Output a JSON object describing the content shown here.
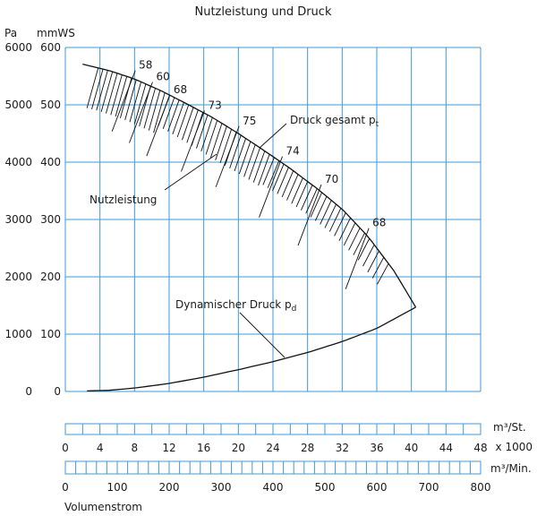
{
  "chart_data": {
    "type": "line",
    "title": "Nutzleistung und Druck",
    "y_left": {
      "unit": "Pa",
      "ticks": [
        0,
        1000,
        2000,
        3000,
        4000,
        5000,
        6000
      ]
    },
    "y_right": {
      "unit": "mmWS",
      "ticks": [
        0,
        100,
        200,
        300,
        400,
        500,
        600
      ]
    },
    "ylim": [
      0,
      600
    ],
    "x_primary": {
      "unit": "m³/St.",
      "multiplier": "x 1000",
      "ticks": [
        0,
        4,
        8,
        12,
        16,
        20,
        24,
        28,
        32,
        36,
        40,
        44,
        48
      ]
    },
    "x_secondary": {
      "unit": "m³/Min.",
      "ticks": [
        0,
        100,
        200,
        300,
        400,
        500,
        600,
        700,
        800
      ]
    },
    "xlim": [
      0,
      48
    ],
    "xlabel": "Volumenstrom",
    "grid": true,
    "series": [
      {
        "name": "Druck gesamt pt",
        "x": [
          2,
          5,
          8,
          11,
          14,
          17,
          20,
          23,
          26,
          29,
          32,
          35,
          38,
          40.5
        ],
        "y": [
          571,
          560,
          545,
          525,
          502,
          478,
          450,
          420,
          389,
          355,
          318,
          270,
          210,
          147
        ]
      },
      {
        "name": "Dynamischer Druck pd",
        "x": [
          2.5,
          5,
          8,
          12,
          16,
          20,
          24,
          28,
          32,
          36,
          40.5
        ],
        "y": [
          1,
          2,
          6,
          14,
          25,
          38,
          52,
          68,
          87,
          110,
          147
        ]
      }
    ],
    "efficiency_labels": [
      {
        "text": "58",
        "x": 8.5,
        "y": 563
      },
      {
        "text": "60",
        "x": 10.5,
        "y": 543
      },
      {
        "text": "68",
        "x": 12.5,
        "y": 520
      },
      {
        "text": "73",
        "x": 16.5,
        "y": 493
      },
      {
        "text": "75",
        "x": 20.5,
        "y": 466
      },
      {
        "text": "74",
        "x": 25.5,
        "y": 413
      },
      {
        "text": "70",
        "x": 30.0,
        "y": 364
      },
      {
        "text": "68",
        "x": 35.5,
        "y": 288
      }
    ],
    "annotations": {
      "druck_gesamt": "Druck gesamt p",
      "druck_gesamt_sub": "t",
      "nutzleistung": "Nutzleistung",
      "dynamisch": "Dynamischer Druck p",
      "dynamisch_sub": "d"
    }
  }
}
